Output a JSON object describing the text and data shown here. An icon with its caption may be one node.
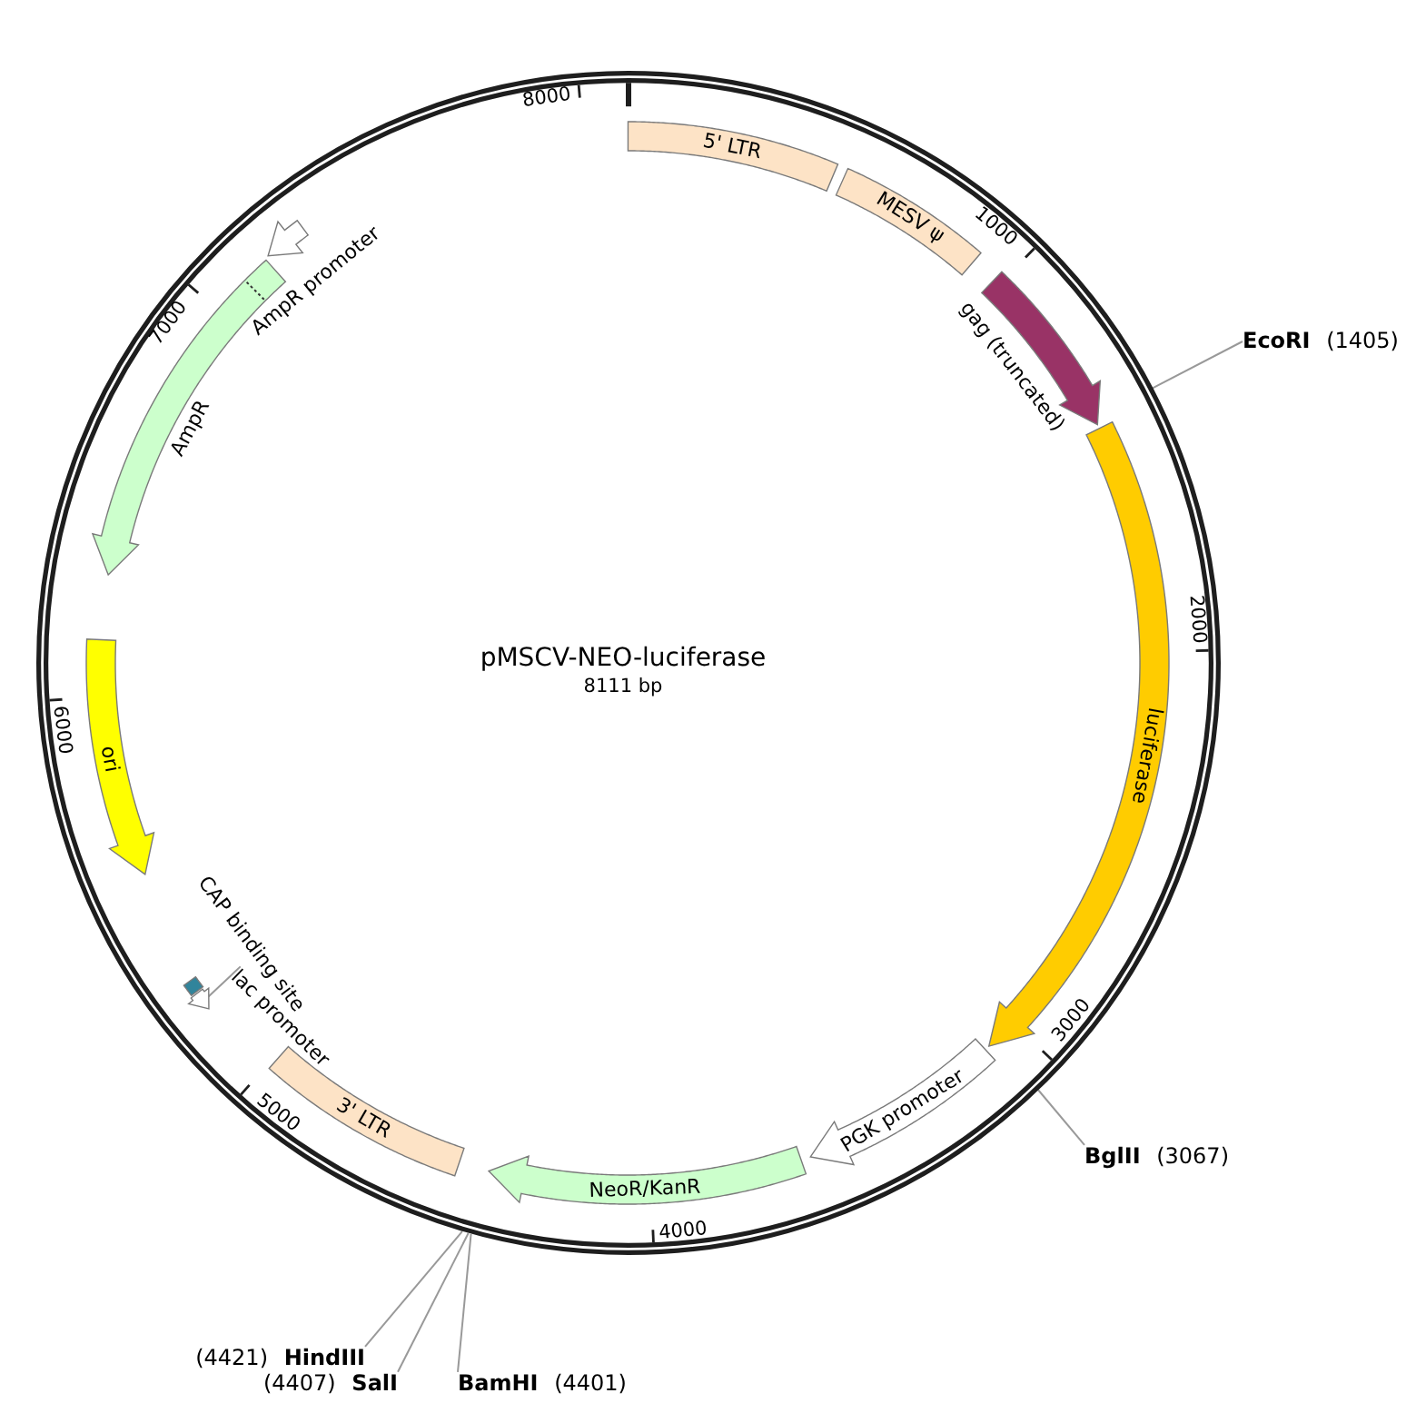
{
  "diagram": {
    "nodes": [
      {
        "text": [
          "pMSCV-NEO-luciferase",
          "8111 bp"
        ]
      },
      {
        "text": [
          "5' LTR"
        ],
        "in": 0
      },
      {
        "text": [
          "MESV ψ"
        ],
        "in": 0
      },
      {
        "text": [
          "gag (truncated)"
        ],
        "in": 0
      },
      {
        "text": [
          "luciferase"
        ],
        "in": 0
      },
      {
        "text": [
          "PGK promoter"
        ],
        "in": 0
      },
      {
        "text": [
          "NeoR/KanR"
        ],
        "in": 0
      },
      {
        "text": [
          "3' LTR"
        ],
        "in": 0
      },
      {
        "text": [
          "CAP binding site"
        ],
        "in": 0
      },
      {
        "text": [
          "lac promoter"
        ],
        "in": 0
      },
      {
        "text": [],
        "shape": "arrow",
        "in": 0
      },
      {
        "text": [
          "ori"
        ],
        "in": 0
      },
      {
        "text": [
          "AmpR"
        ],
        "in": 0
      },
      {
        "text": [
          "AmpR promoter"
        ],
        "in": 0
      },
      {
        "text": [
          "**EcoRI** (1405)"
        ]
      },
      {
        "text": [
          "**BglII** (3067)"
        ]
      },
      {
        "text": [
          "(4421) **HindIII**"
        ]
      },
      {
        "text": [
          "(4407) **SalI**"
        ]
      },
      {
        "text": [
          "**BamHI** (4401)"
        ]
      }
    ],
    "edges": [
      {
        "from": 14,
        "to": 0,
        "arrow": "none"
      },
      {
        "from": 15,
        "to": 0,
        "arrow": "none"
      },
      {
        "from": 16,
        "to": 0,
        "arrow": "none"
      },
      {
        "from": 17,
        "to": 0,
        "arrow": "none"
      },
      {
        "from": 18,
        "to": 0,
        "arrow": "none"
      },
      {
        "from": 9,
        "to": 10,
        "arrow": "none"
      }
    ],
    "labels": [
      "8000",
      "1000",
      "7000",
      "2000",
      "6000",
      "3000",
      "5000",
      "4000"
    ]
  }
}
